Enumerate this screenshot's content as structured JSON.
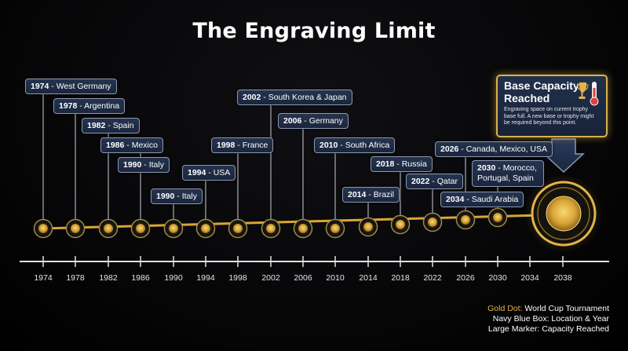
{
  "title": "The Engraving Limit",
  "timeline": {
    "ticks": [
      "1974",
      "1978",
      "1982",
      "1986",
      "1990",
      "1994",
      "1998",
      "2002",
      "2006",
      "2010",
      "2014",
      "2018",
      "2022",
      "2026",
      "2030",
      "2034",
      "2038"
    ],
    "events": [
      {
        "year": "1974",
        "label": "West Germany"
      },
      {
        "year": "1978",
        "label": "Argentina"
      },
      {
        "year": "1982",
        "label": "Spain"
      },
      {
        "year": "1986",
        "label": "Mexico"
      },
      {
        "year": "1990",
        "label": "Italy"
      },
      {
        "year": "1990",
        "label": "Italy"
      },
      {
        "year": "1994",
        "label": "USA"
      },
      {
        "year": "1998",
        "label": "France"
      },
      {
        "year": "2002",
        "label": "South Korea & Japan"
      },
      {
        "year": "2006",
        "label": "Germany"
      },
      {
        "year": "2010",
        "label": "South Africa"
      },
      {
        "year": "2014",
        "label": "Brazil"
      },
      {
        "year": "2018",
        "label": "Russia"
      },
      {
        "year": "2022",
        "label": "Qatar"
      },
      {
        "year": "2026",
        "label": "Canada, Mexico, USA"
      },
      {
        "year": "2030",
        "label": "Morocco, Portugal, Spain"
      },
      {
        "year": "2034",
        "label": "Saudi Arabia"
      }
    ]
  },
  "capacity": {
    "title": "Base Capacity Reached",
    "description": "Engraving space on current trophy base full. A new base or trophy might be required beyond this point."
  },
  "legend": {
    "gold_key": "Gold Dot:",
    "gold_value": "World Cup Tournament",
    "navy": "Navy Blue Box: Location & Year",
    "marker": "Large Marker: Capacity Reached"
  },
  "colors": {
    "gold": "#e3b24a",
    "navy": "#1f2c46",
    "border": "#8d98ad"
  }
}
